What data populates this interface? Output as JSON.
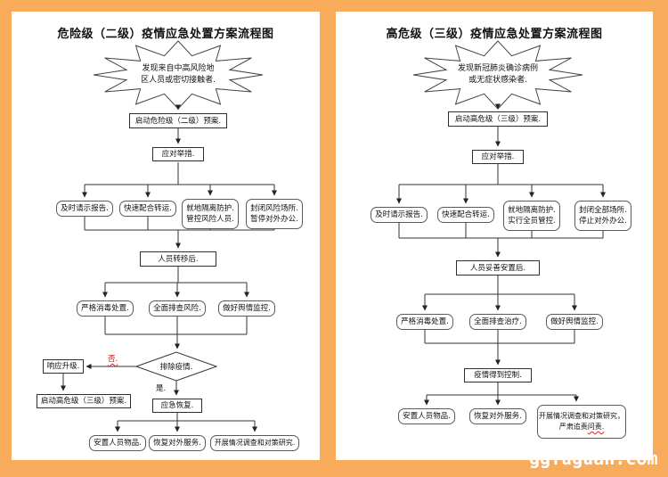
{
  "watermark": "ggfuguan.com",
  "colors": {
    "background": "#f9ab5c",
    "page": "#ffffff",
    "line": "#333333",
    "no_red": "#cc1111"
  },
  "left": {
    "title": "危险级（二级）疫情应急处置方案流程图",
    "burst_line1": "发现来自中高风险地",
    "burst_line2": "区人员或密切接触者.",
    "start": "启动危险级（二级）预案.",
    "measures": "应对举措.",
    "b1": "及时请示报告.",
    "b2": "快速配合转运.",
    "b3_line1": "就地隔离防护.",
    "b3_line2": "管控风险人员.",
    "b4_line1": "封闭风险场所.",
    "b4_line2": "暂停对外办公.",
    "transfer": "人员转移后.",
    "c1": "严格消毒处置.",
    "c2": "全面排查风险.",
    "c3": "做好舆情监控.",
    "decision": "排除疫情.",
    "no_label": "否.",
    "yes_label": "是.",
    "upgrade": "响应升级.",
    "plan3": "启动高危级（三级）预案.",
    "recover": "应急恢复.",
    "d1": "安置人员物品.",
    "d2": "恢复对外服务.",
    "d3": "开展情况调查和对策研究."
  },
  "right": {
    "title": "高危级（三级）疫情应急处置方案流程图",
    "burst_line1": "发现新冠肺炎确诊病例",
    "burst_line2": "或无症状感染者.",
    "start": "启动高危级（三级）预案.",
    "measures": "应对举措.",
    "b1": "及时请示报告.",
    "b2": "快速配合转运.",
    "b3_line1": "就地隔离防护.",
    "b3_line2": "实行全员管控.",
    "b4_line1": "封闭全部场所.",
    "b4_line2": "停止对外办公.",
    "settle": "人员妥善安置后.",
    "c1": "严格消毒处置.",
    "c2": "全面排查治疗.",
    "c3": "做好舆情监控.",
    "control": "疫情得到控制.",
    "d1": "安置人员物品.",
    "d2": "恢复对外服务.",
    "d3_line1": "开展情况调查和对策研究，",
    "d3_line2a": "严肃追责",
    "d3_line2b": "问责."
  }
}
